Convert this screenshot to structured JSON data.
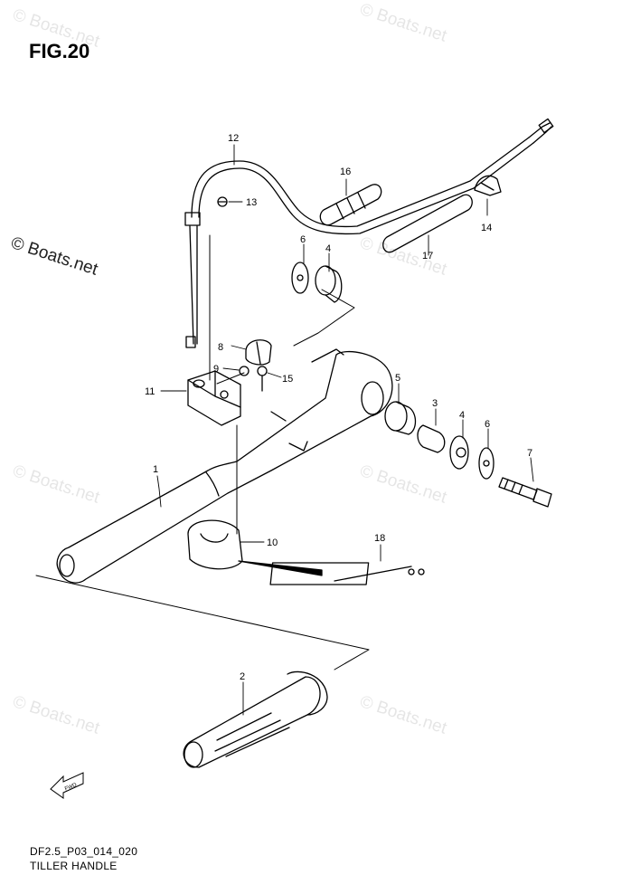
{
  "figure": {
    "title": "FIG.20",
    "code": "DF2.5_P03_014_020",
    "name": "TILLER HANDLE",
    "fwd_label": "FWD"
  },
  "watermark": {
    "text": "© Boats.net"
  },
  "parts": [
    {
      "ref": "1"
    },
    {
      "ref": "2"
    },
    {
      "ref": "3"
    },
    {
      "ref": "4"
    },
    {
      "ref": "4"
    },
    {
      "ref": "5"
    },
    {
      "ref": "6"
    },
    {
      "ref": "6"
    },
    {
      "ref": "7"
    },
    {
      "ref": "8"
    },
    {
      "ref": "9"
    },
    {
      "ref": "10"
    },
    {
      "ref": "11"
    },
    {
      "ref": "12"
    },
    {
      "ref": "13"
    },
    {
      "ref": "14"
    },
    {
      "ref": "15"
    },
    {
      "ref": "16"
    },
    {
      "ref": "17"
    },
    {
      "ref": "18"
    }
  ]
}
